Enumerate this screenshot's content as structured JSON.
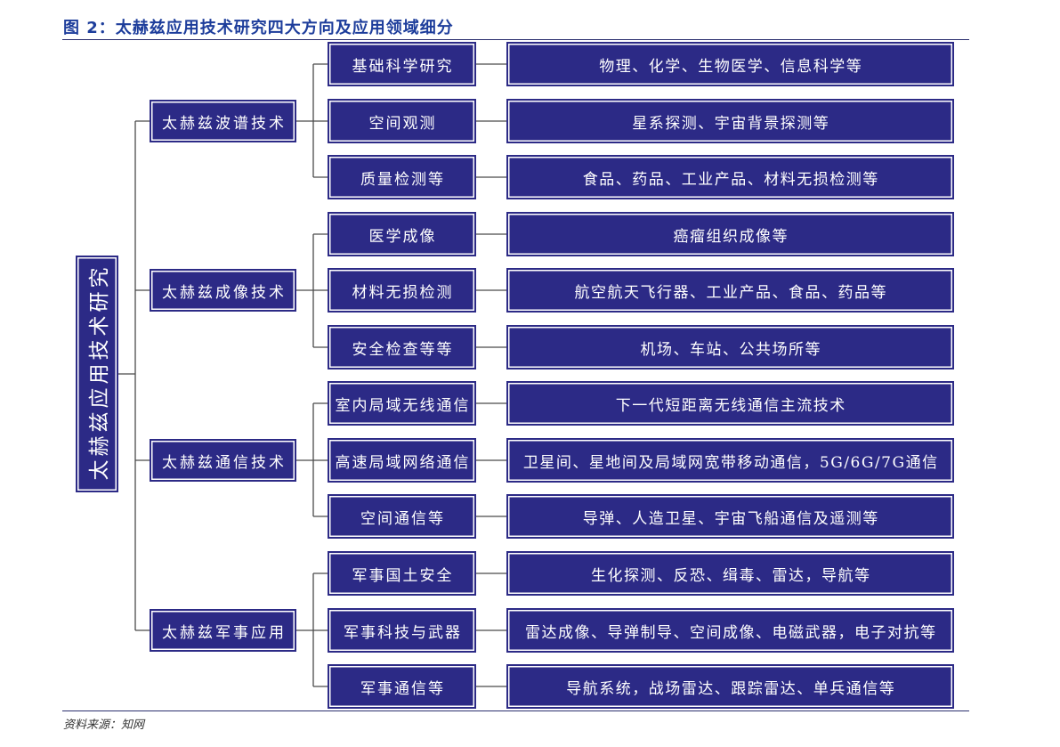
{
  "figure": {
    "title": "图 2：太赫兹应用技术研究四大方向及应用领域细分",
    "source": "资料来源：知网"
  },
  "colors": {
    "box_fill": "#2c2a86",
    "title": "#1d3d9b",
    "connector": "#4a4a4a"
  },
  "root": "太赫兹应用技术研究",
  "branches": [
    {
      "label": "太赫兹波谱技术",
      "items": [
        {
          "area": "基础科学研究",
          "fields": "物理、化学、生物医学、信息科学等"
        },
        {
          "area": "空间观测",
          "fields": "星系探测、宇宙背景探测等"
        },
        {
          "area": "质量检测等",
          "fields": "食品、药品、工业产品、材料无损检测等"
        }
      ]
    },
    {
      "label": "太赫兹成像技术",
      "items": [
        {
          "area": "医学成像",
          "fields": "癌瘤组织成像等"
        },
        {
          "area": "材料无损检测",
          "fields": "航空航天飞行器、工业产品、食品、药品等"
        },
        {
          "area": "安全检查等等",
          "fields": "机场、车站、公共场所等"
        }
      ]
    },
    {
      "label": "太赫兹通信技术",
      "items": [
        {
          "area": "室内局域无线通信",
          "fields": "下一代短距离无线通信主流技术"
        },
        {
          "area": "高速局域网络通信",
          "fields": "卫星间、星地间及局域网宽带移动通信，5G/6G/7G通信"
        },
        {
          "area": "空间通信等",
          "fields": "导弹、人造卫星、宇宙飞船通信及遥测等"
        }
      ]
    },
    {
      "label": "太赫兹军事应用",
      "items": [
        {
          "area": "军事国土安全",
          "fields": "生化探测、反恐、缉毒、雷达，导航等"
        },
        {
          "area": "军事科技与武器",
          "fields": "雷达成像、导弹制导、空间成像、电磁武器，电子对抗等"
        },
        {
          "area": "军事通信等",
          "fields": "导航系统，战场雷达、跟踪雷达、单兵通信等"
        }
      ]
    }
  ]
}
